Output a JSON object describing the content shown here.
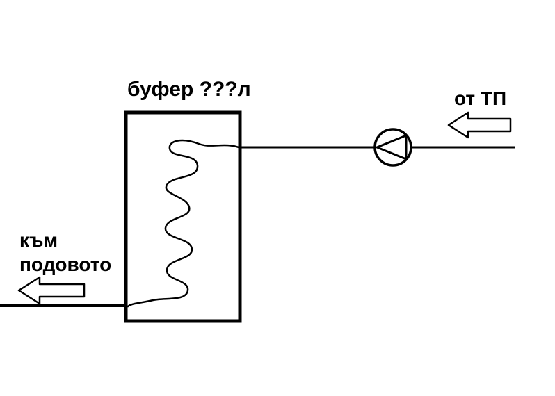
{
  "diagram": {
    "title": "heating buffer tank schematic",
    "buffer_label": "буфер ???л",
    "from_tp_label": "от ТП",
    "to_floor_label_line1": "към",
    "to_floor_label_line2": "подовото",
    "colors": {
      "line": "#000000",
      "background": "#ffffff"
    },
    "icons": {
      "pump": "pump-icon",
      "flow_arrows": "left-arrow"
    }
  }
}
